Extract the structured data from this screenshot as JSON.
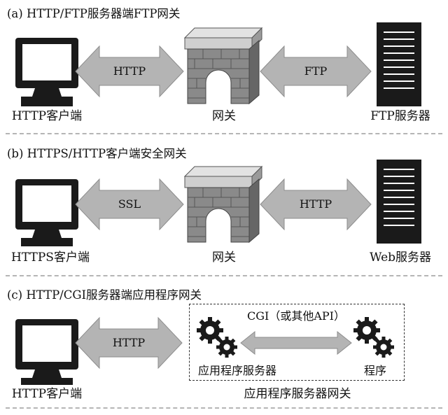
{
  "panel_a": {
    "title": "(a) HTTP/FTP服务器端FTP网关",
    "client_label": "HTTP客户端",
    "gateway_label": "网关",
    "server_label": "FTP服务器",
    "left_arrow_label": "HTTP",
    "right_arrow_label": "FTP"
  },
  "panel_b": {
    "title": "(b) HTTPS/HTTP客户端安全网关",
    "client_label": "HTTPS客户端",
    "gateway_label": "网关",
    "server_label": "Web服务器",
    "left_arrow_label": "SSL",
    "right_arrow_label": "HTTP"
  },
  "panel_c": {
    "title": "(c) HTTP/CGI服务器端应用程序网关",
    "client_label": "HTTP客户端",
    "arrow_label": "HTTP",
    "cgi_label": "CGI（或其他API）",
    "app_server_label": "应用程序服务器",
    "program_label": "程序",
    "gateway_box_label": "应用程序服务器网关"
  },
  "colors": {
    "arrow_fill": "#b4b4b4",
    "brick": "#8a8a8a",
    "brick_top": "#cfcfcf",
    "monitor": "#1a1a1a"
  }
}
